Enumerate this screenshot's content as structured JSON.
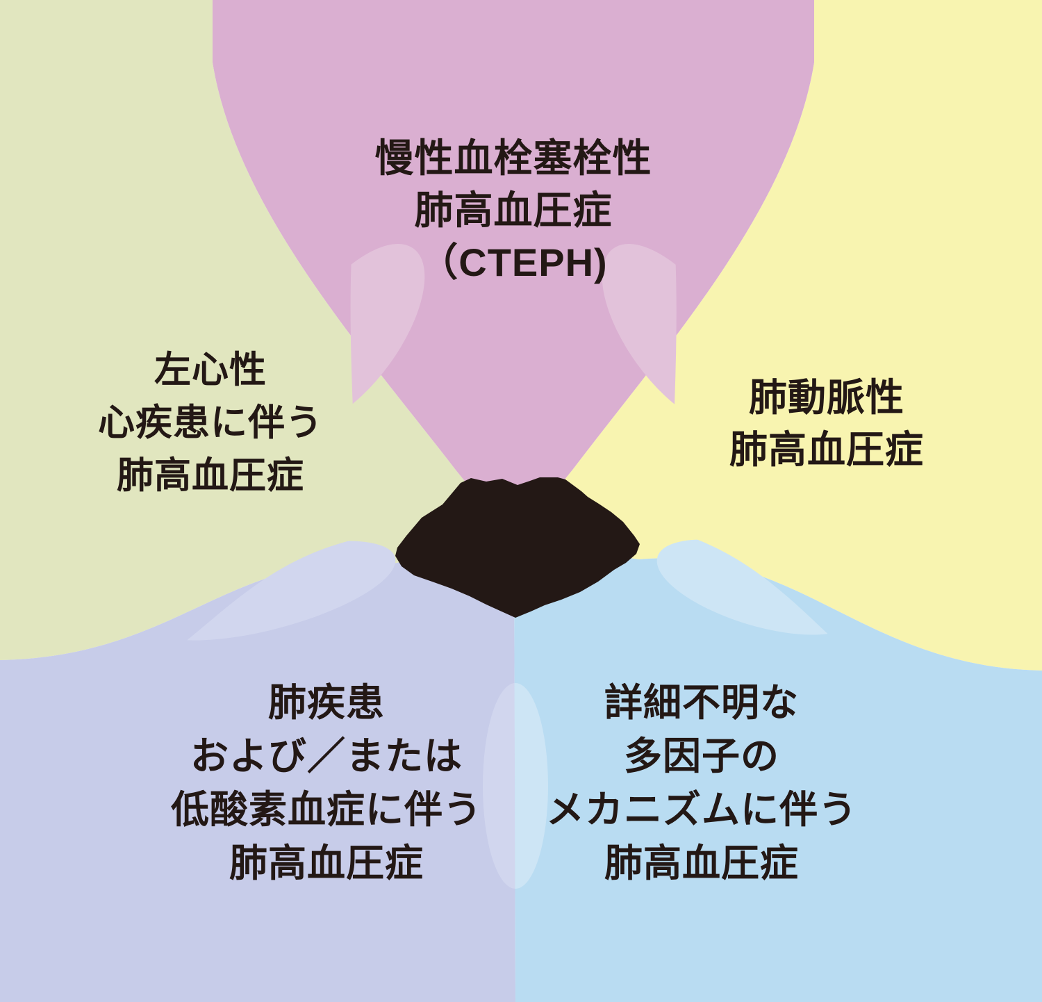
{
  "diagram_title": "",
  "text_color": "#231815",
  "center": {
    "shape": "irregular-black-silhouette",
    "color": "#231815"
  },
  "petals": {
    "cteph": {
      "position": "top",
      "color": "#daafd1",
      "light_color": "#e2c2da",
      "lines": [
        "慢性血栓塞栓性",
        "肺高血圧症",
        "（CTEPH)"
      ]
    },
    "left_heart": {
      "position": "upper-left",
      "color": "#e1e6bf",
      "lines": [
        "左心性",
        "心疾患に伴う",
        "肺高血圧症"
      ]
    },
    "pah": {
      "position": "upper-right",
      "color": "#f8f4b0",
      "lines": [
        "肺動脈性",
        "肺高血圧症"
      ]
    },
    "lung_disease": {
      "position": "lower-left",
      "color": "#c7cce9",
      "light_color": "#d1d6ee",
      "lines": [
        "肺疾患",
        "および／または",
        "低酸素血症に伴う",
        "肺高血圧症"
      ]
    },
    "multifactorial": {
      "position": "lower-right",
      "color": "#b9dcf2",
      "light_color": "#cde5f5",
      "lines": [
        "詳細不明な",
        "多因子の",
        "メカニズムに伴う",
        "肺高血圧症"
      ]
    }
  }
}
